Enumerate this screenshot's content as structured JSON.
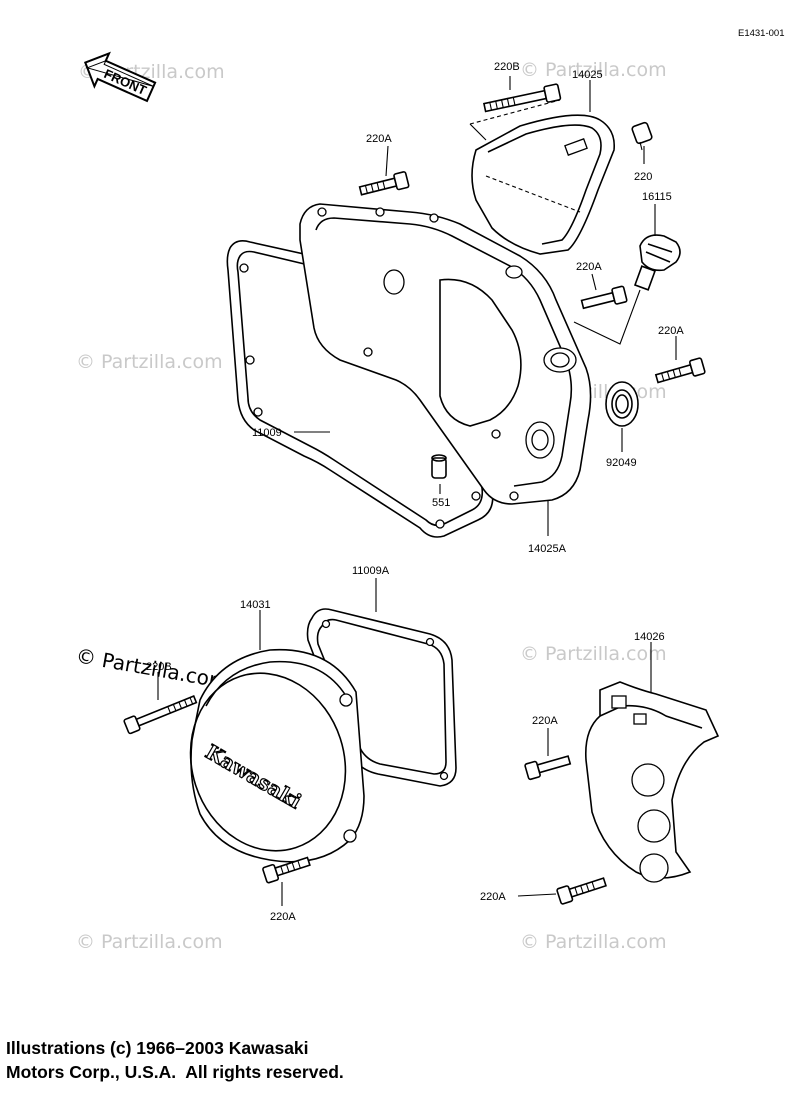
{
  "diagram_code": "E1431-001",
  "front_label": "FRONT",
  "brand_text": "Kawasaki",
  "watermark": "© Partzilla.com",
  "parts": {
    "p220B": "220B",
    "p14025_top": "14025",
    "p220A_1": "220A",
    "p220": "220",
    "p16115": "16115",
    "p220A_2": "220A",
    "p220A_3": "220A",
    "p11009": "11009",
    "p92049": "92049",
    "p551": "551",
    "p14025A": "14025A",
    "p11009A": "11009A",
    "p14031": "14031",
    "p220B_2": "220B",
    "p14026": "14026",
    "p220A_4": "220A",
    "p220A_5": "220A",
    "p220A_6": "220A"
  },
  "copyright": {
    "line1": "Illustrations (c) 1966–2003 Kawasaki",
    "line2": "Motors Corp., U.S.A.  All rights reserved."
  }
}
